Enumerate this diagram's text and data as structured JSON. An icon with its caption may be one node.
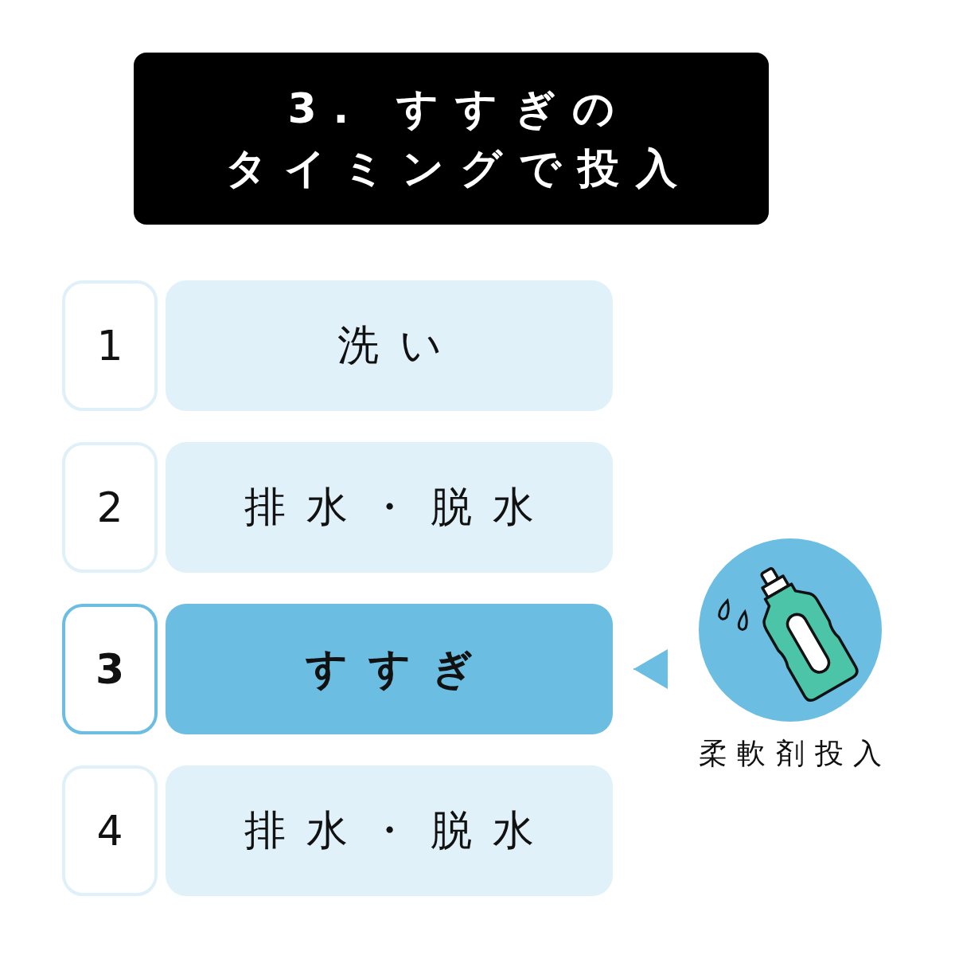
{
  "diagram": {
    "title": "3. すすぎのタイミングで投入",
    "nodes": [
      {
        "text": [
          "1"
        ]
      },
      {
        "text": [
          "洗い"
        ]
      },
      {
        "text": [
          "2"
        ]
      },
      {
        "text": [
          "排水・脱水"
        ]
      },
      {
        "text": [
          "3"
        ]
      },
      {
        "text": [
          "すすぎ"
        ]
      },
      {
        "text": [
          "4"
        ]
      },
      {
        "text": [
          "排水・脱水"
        ]
      },
      {
        "text": [],
        "shape": "circle",
        "beside": [
          "柔軟剤投入"
        ]
      }
    ],
    "edges": [
      {
        "from": 8,
        "to": 5,
        "arrow": "to"
      }
    ]
  }
}
